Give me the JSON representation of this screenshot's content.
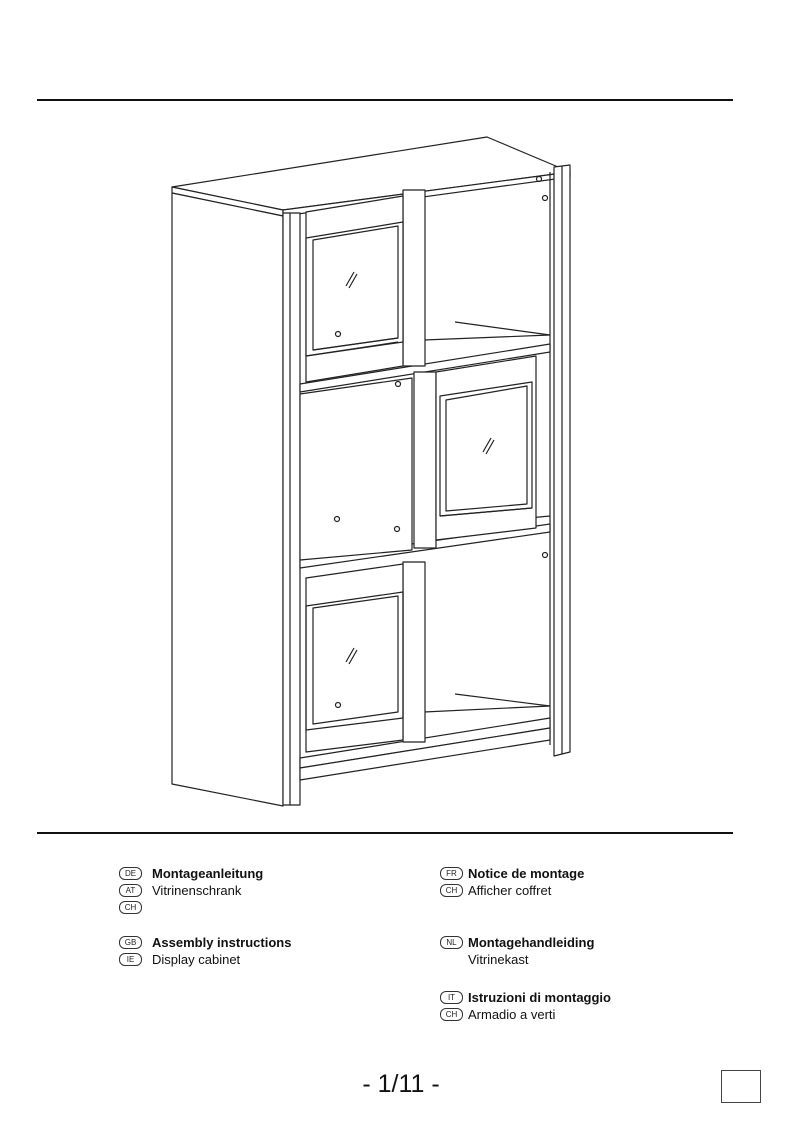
{
  "sections": {
    "de": {
      "codes": [
        "DE",
        "AT",
        "CH"
      ],
      "title": "Montageanleitung",
      "subtitle": "Vitrinenschrank"
    },
    "gb": {
      "codes": [
        "GB",
        "IE"
      ],
      "title": "Assembly instructions",
      "subtitle": "Display cabinet"
    },
    "fr": {
      "codes": [
        "FR",
        "CH"
      ],
      "title": "Notice de montage",
      "subtitle": "Afficher coffret"
    },
    "nl": {
      "codes": [
        "NL"
      ],
      "title": "Montagehandleiding",
      "subtitle": "Vitrinekast"
    },
    "it": {
      "codes": [
        "IT",
        "CH"
      ],
      "title": "Istruzioni di montaggio",
      "subtitle": "Armadio a verti"
    }
  },
  "footer": {
    "page": "- 1/11 -"
  },
  "colors": {
    "ink": "#111111",
    "paper": "#ffffff"
  },
  "illustration": {
    "subject": "display-cabinet-drawing"
  }
}
